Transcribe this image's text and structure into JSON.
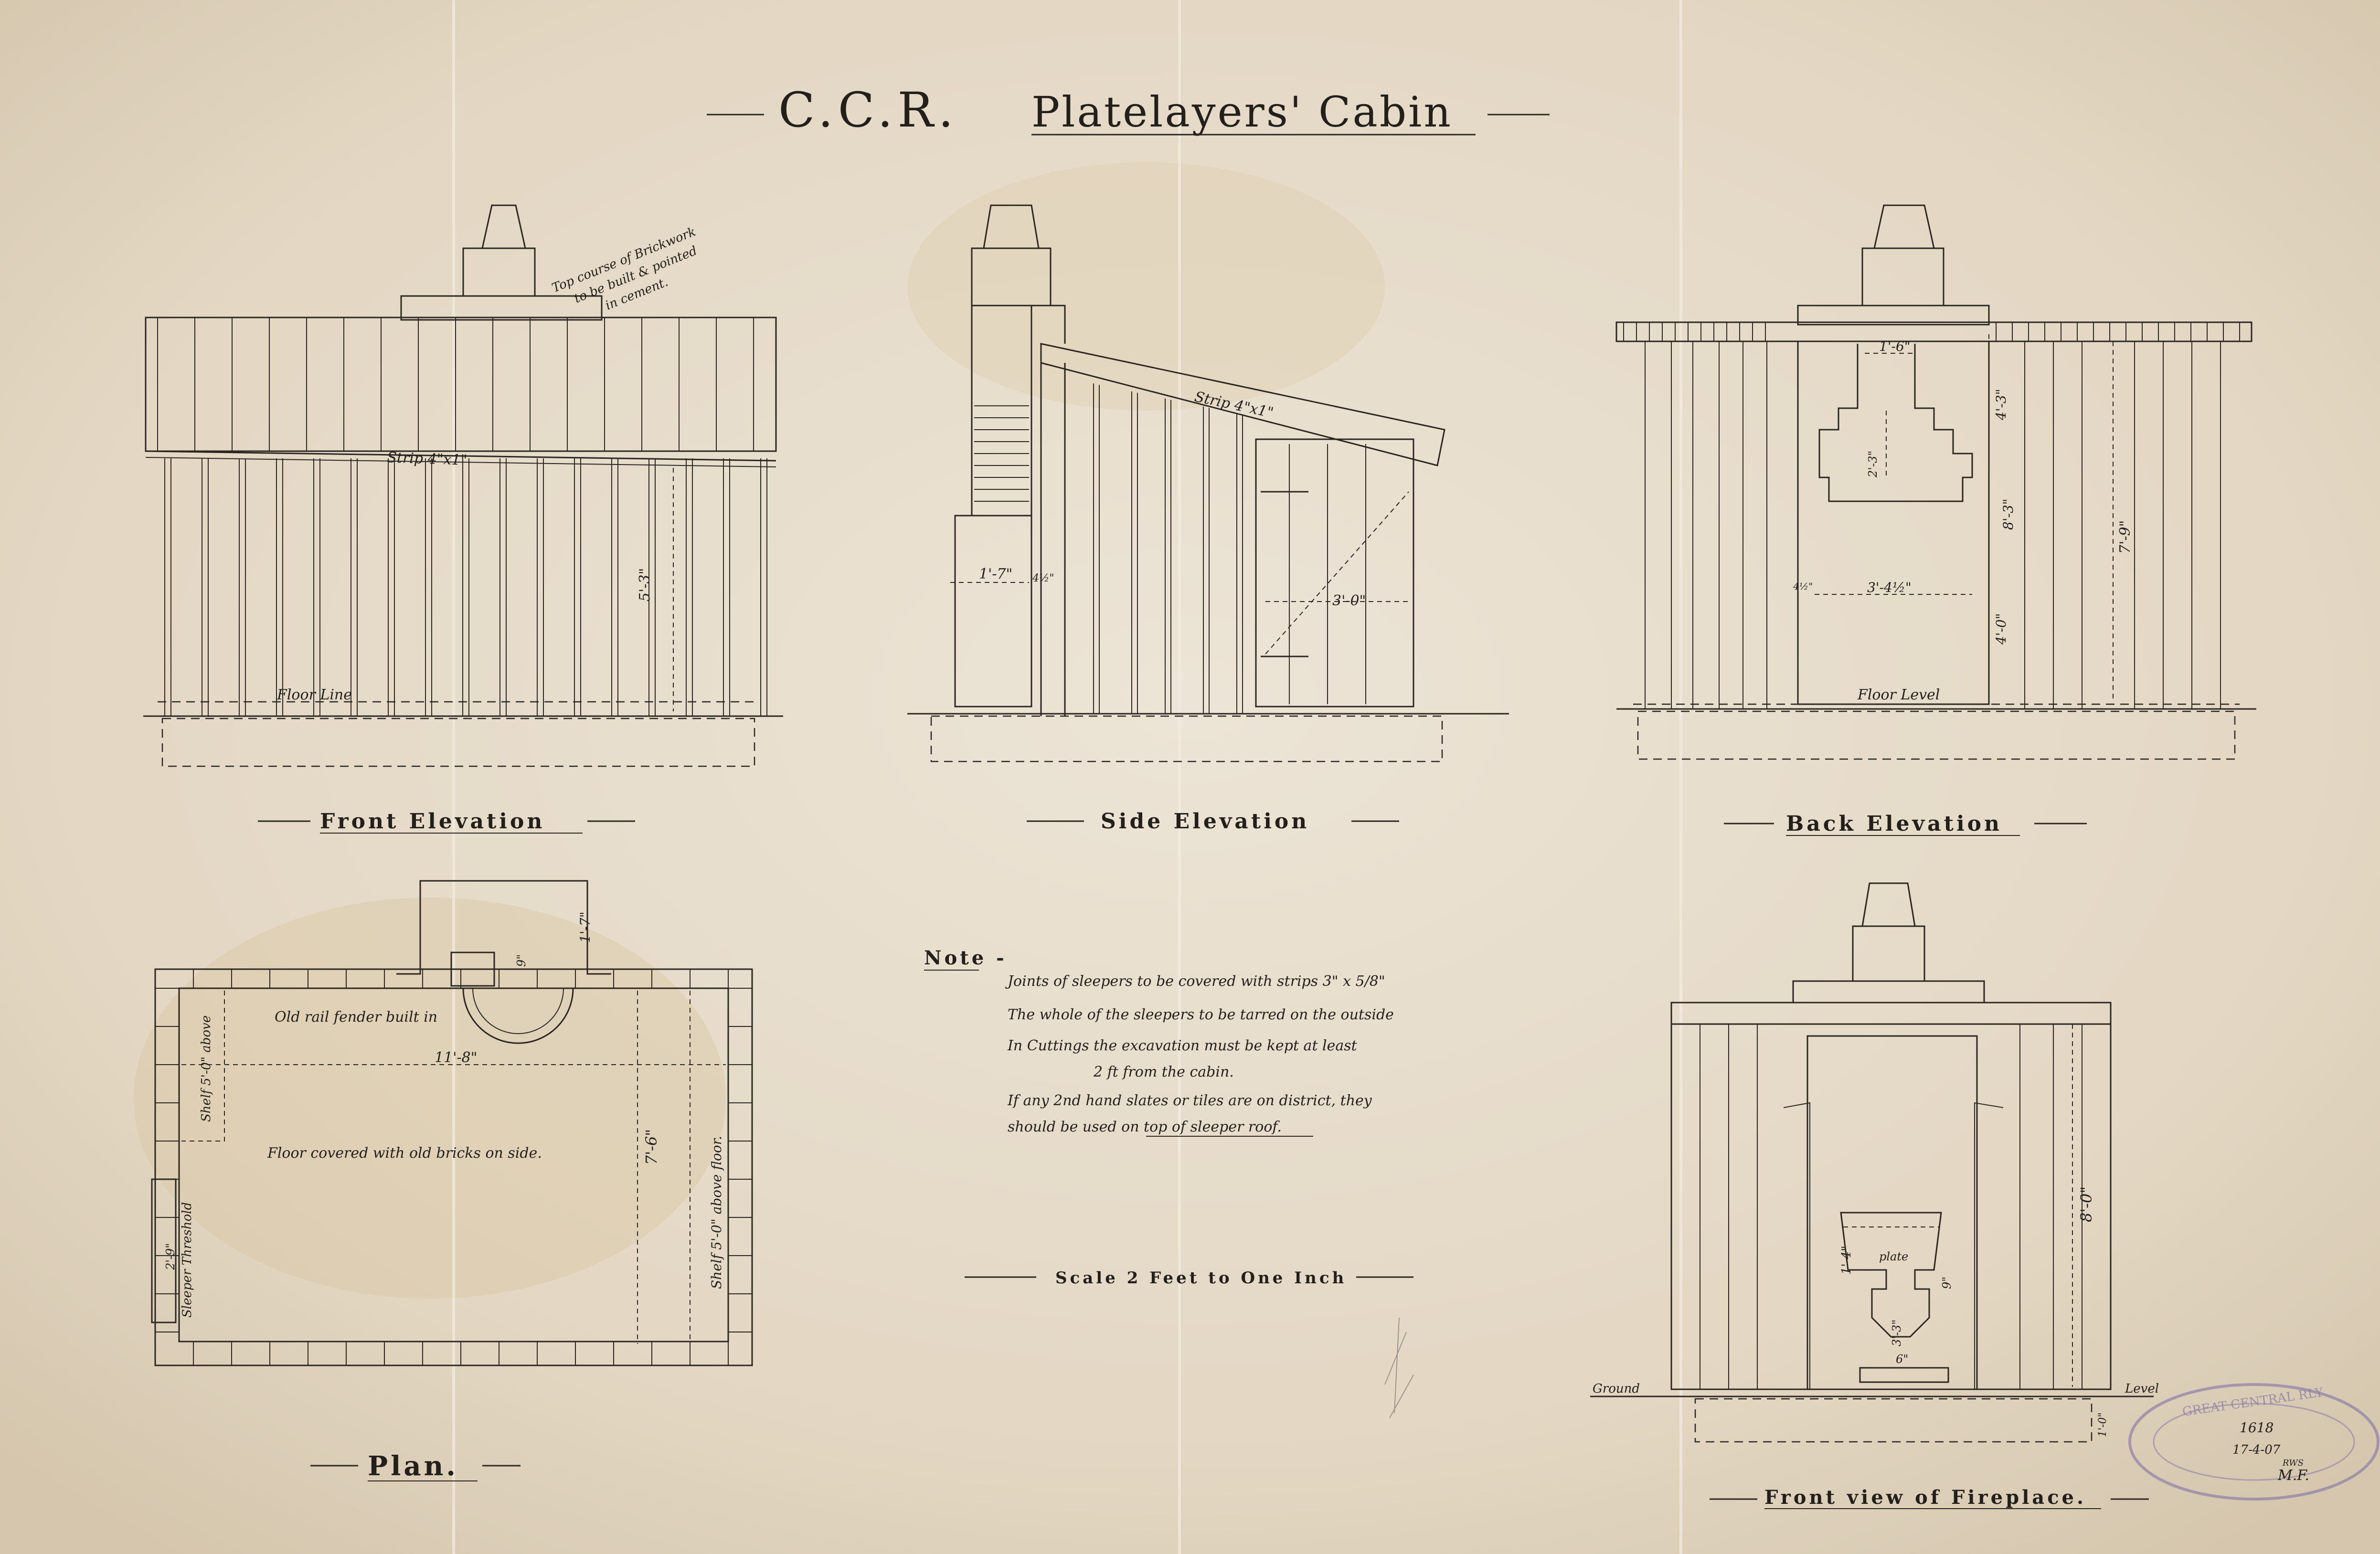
{
  "title": {
    "left": "C.C.R.",
    "right": "Platelayers' Cabin"
  },
  "views": {
    "front": "Front Elevation",
    "side": "Side Elevation",
    "back": "Back Elevation",
    "plan": "Plan.",
    "fireplace": "Front view of Fireplace."
  },
  "front": {
    "brickwork_note": [
      "Top course of Brickwork",
      "to be built & pointed",
      "in cement."
    ],
    "strip": "Strip 4\"x1\"",
    "floor_line": "Floor Line",
    "height": "5'-3\""
  },
  "side": {
    "strip": "Strip 4\"x1\"",
    "chimney_width": "1'-7\"",
    "gap": "4½\"",
    "door_width": "3'-0\""
  },
  "back": {
    "flue_width": "1'-6\"",
    "flue_height": "2'-3\"",
    "dim_upper": "4'-3\"",
    "dim_total": "8'-3\"",
    "dim_lower": "4'-0\"",
    "opening": "3'-4½\"",
    "gap": "4½\"",
    "wall_height": "7'-9\"",
    "floor_level": "Floor Level"
  },
  "plan": {
    "fender": "Old rail fender built in",
    "floor": "Floor covered with old bricks on side.",
    "width": "11'-8\"",
    "depth": "7'-6\"",
    "shelf_left": "Shelf 5'-0\" above",
    "shelf_right": "Shelf 5'-0\" above floor.",
    "threshold": "Sleeper Threshold",
    "door": "2'-9\"",
    "chimney_depth": "1'-7\"",
    "flue": "9\""
  },
  "note": {
    "heading": "Note -",
    "lines": [
      "Joints of sleepers to be covered with strips 3\" x 5/8\"",
      "The whole of the sleepers to be tarred on the outside",
      "In Cuttings the excavation must be kept at least",
      "2 ft from the cabin.",
      "If any 2nd hand slates or tiles are on district, they",
      "should be used on top of sleeper roof."
    ]
  },
  "scale": "Scale 2 Feet to One Inch",
  "fireplace": {
    "plate": "plate",
    "dim_a": "1'-4\"",
    "dim_b": "9\"",
    "dim_c": "3'-3\"",
    "dim_d": "6\"",
    "height": "8'-0\"",
    "ground": "Ground",
    "level": "Level",
    "footing": "1'-0\""
  },
  "stamp": {
    "ring": "GREAT CENTRAL RLY",
    "number": "1618",
    "date": "17-4-07",
    "initials": "M.F.",
    "code": "RWS"
  },
  "colors": {
    "paper": "#e7ddcd",
    "ink": "#23201c",
    "stamp": "#8e7fa8"
  }
}
